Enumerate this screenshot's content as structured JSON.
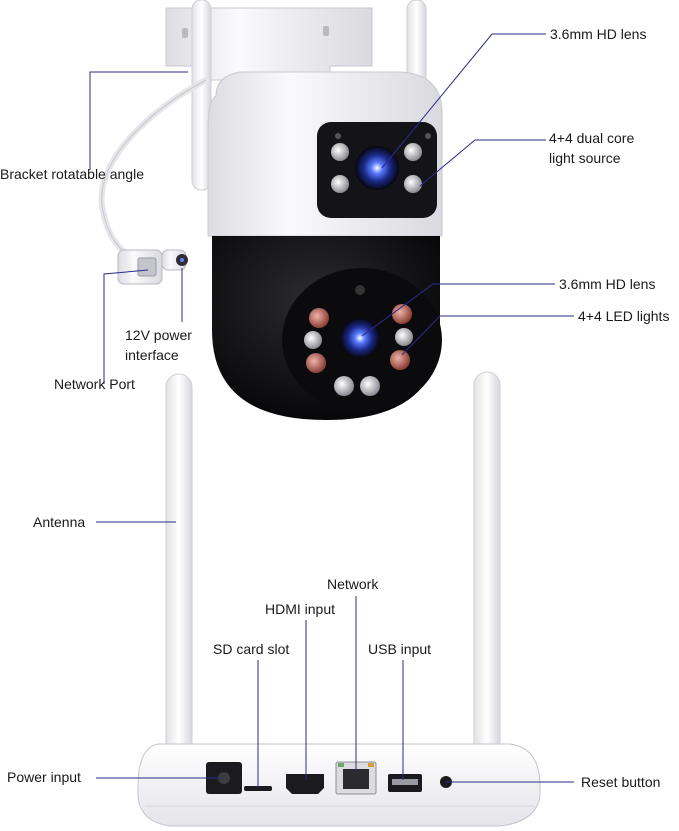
{
  "colors": {
    "leader_line": "#2b2b8a",
    "housing_white": "#f4f4f6",
    "dome_black": "#111114",
    "lens_blue": "#2a4bd0",
    "ir_led": "#c9786b",
    "white_led": "#cfcfd4"
  },
  "camera_labels": {
    "lens_top": "3.6mm HD lens",
    "light_source_line1": "4+4 dual core",
    "light_source_line2": "light source",
    "bracket": "Bracket rotatable angle",
    "lens_bottom": "3.6mm HD lens",
    "led_lights": "4+4 LED lights",
    "power_line1": "12V power",
    "power_line2": "interface",
    "network_port": "Network Port"
  },
  "nvr_labels": {
    "antenna": "Antenna",
    "network": "Network",
    "hdmi": "HDMI input",
    "sd_card": "SD card slot",
    "usb": "USB input",
    "power": "Power input",
    "reset": "Reset button"
  }
}
